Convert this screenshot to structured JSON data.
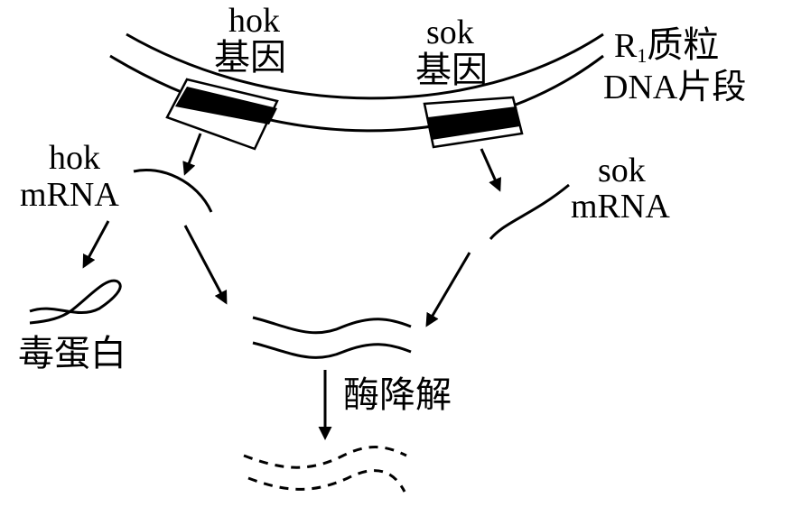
{
  "diagram": {
    "hok_gene": {
      "name": "hok",
      "word": "基因"
    },
    "sok_gene": {
      "name": "sok",
      "word": "基因"
    },
    "plasmid": {
      "letter": "R",
      "subscript": "1",
      "line1_rest": "质粒",
      "line2": "DNA片段"
    },
    "hok_mrna": {
      "name": "hok",
      "word": "mRNA"
    },
    "sok_mrna": {
      "name": "sok",
      "word": "mRNA"
    },
    "toxin": "毒蛋白",
    "degradation": "酶降解",
    "colors": {
      "ink": "#000000",
      "background": "#ffffff"
    }
  }
}
